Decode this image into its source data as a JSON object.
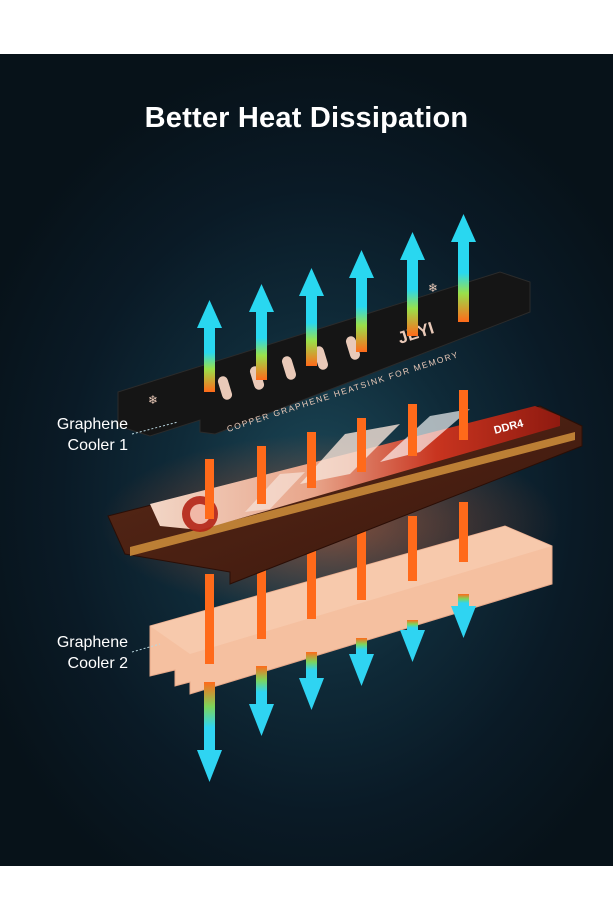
{
  "heading": "Better Heat Dissipation",
  "labels": {
    "cooler1_line1": "Graphene",
    "cooler1_line2": "Cooler 1",
    "cooler2_line1": "Graphene",
    "cooler2_line2": "Cooler 2"
  },
  "heatsink": {
    "brand": "JEYI",
    "text": "COPPER GRAPHENE HEATSINK FOR MEMORY"
  },
  "module": {
    "text": "DDR4"
  },
  "colors": {
    "up_arrow_top": "#29d7f0",
    "up_arrow_mid": "#7be05a",
    "heat_orange": "#ff6a1a",
    "down_arrow_bottom": "#2fd4f2",
    "cooler2_fill": "#f7c3a3"
  }
}
